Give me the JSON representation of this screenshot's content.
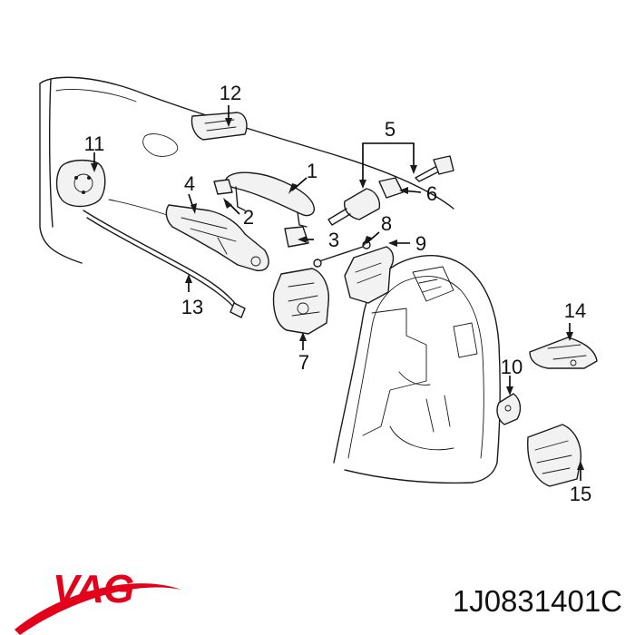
{
  "callouts": [
    {
      "id": "c1",
      "text": "1"
    },
    {
      "id": "c2",
      "text": "2"
    },
    {
      "id": "c3",
      "text": "3"
    },
    {
      "id": "c4",
      "text": "4"
    },
    {
      "id": "c5",
      "text": "5"
    },
    {
      "id": "c6",
      "text": "6"
    },
    {
      "id": "c7",
      "text": "7"
    },
    {
      "id": "c8",
      "text": "8"
    },
    {
      "id": "c9",
      "text": "9"
    },
    {
      "id": "c10",
      "text": "10"
    },
    {
      "id": "c11",
      "text": "11"
    },
    {
      "id": "c12",
      "text": "12"
    },
    {
      "id": "c13",
      "text": "13"
    },
    {
      "id": "c14",
      "text": "14"
    },
    {
      "id": "c15",
      "text": "15"
    }
  ],
  "brand": {
    "logo_text": "VAG",
    "color": "#e3001b"
  },
  "part_number": "1J0831401C"
}
